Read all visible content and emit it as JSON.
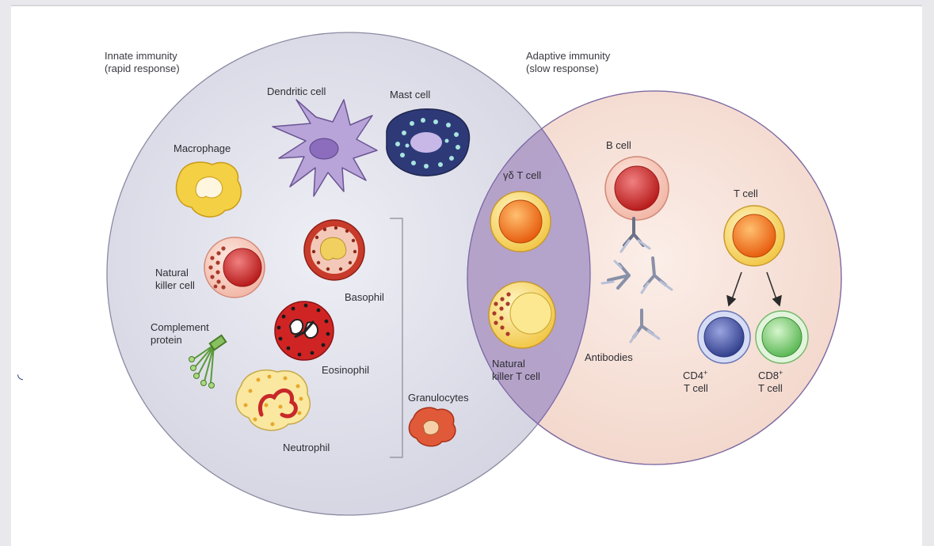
{
  "innate": {
    "title": "Innate immunity",
    "subtitle": "(rapid response)"
  },
  "adaptive": {
    "title": "Adaptive immunity",
    "subtitle": "(slow response)"
  },
  "cells": {
    "dendritic": "Dendritic cell",
    "mast": "Mast cell",
    "macrophage": "Macrophage",
    "nk_line1": "Natural",
    "nk_line2": "killer cell",
    "basophil": "Basophil",
    "complement_line1": "Complement",
    "complement_line2": "protein",
    "eosinophil": "Eosinophil",
    "neutrophil": "Neutrophil",
    "granulocytes": "Granulocytes",
    "gd_t": "γδ T cell",
    "nkt_line1": "Natural",
    "nkt_line2": "killer T cell",
    "b_cell": "B cell",
    "antibodies": "Antibodies",
    "t_cell": "T cell",
    "cd4": "CD4",
    "cd8": "CD8",
    "plus": "+",
    "t_cell_short": "T cell"
  },
  "colors": {
    "innate_fill": "#dcdce8",
    "adaptive_fill": "#f5ddd3",
    "overlap_fill": "#a898c8",
    "orange_cell": "#f07a1e",
    "red_cell": "#cc2a2a",
    "blue_cell": "#4a5aa8",
    "green_cell": "#7ac872"
  }
}
